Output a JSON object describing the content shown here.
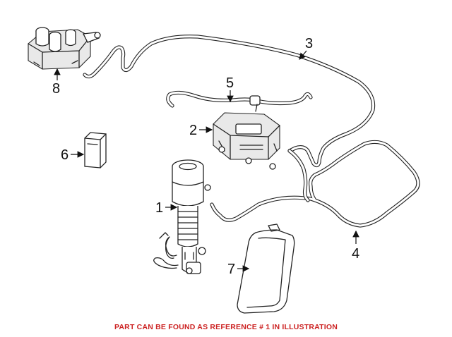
{
  "callouts": {
    "n1": "1",
    "n2": "2",
    "n3": "3",
    "n4": "4",
    "n5": "5",
    "n6": "6",
    "n7": "7",
    "n8": "8"
  },
  "caption": {
    "text": "PART CAN BE FOUND AS REFERENCE # 1 IN ILLUSTRATION",
    "color": "#cc2222"
  }
}
